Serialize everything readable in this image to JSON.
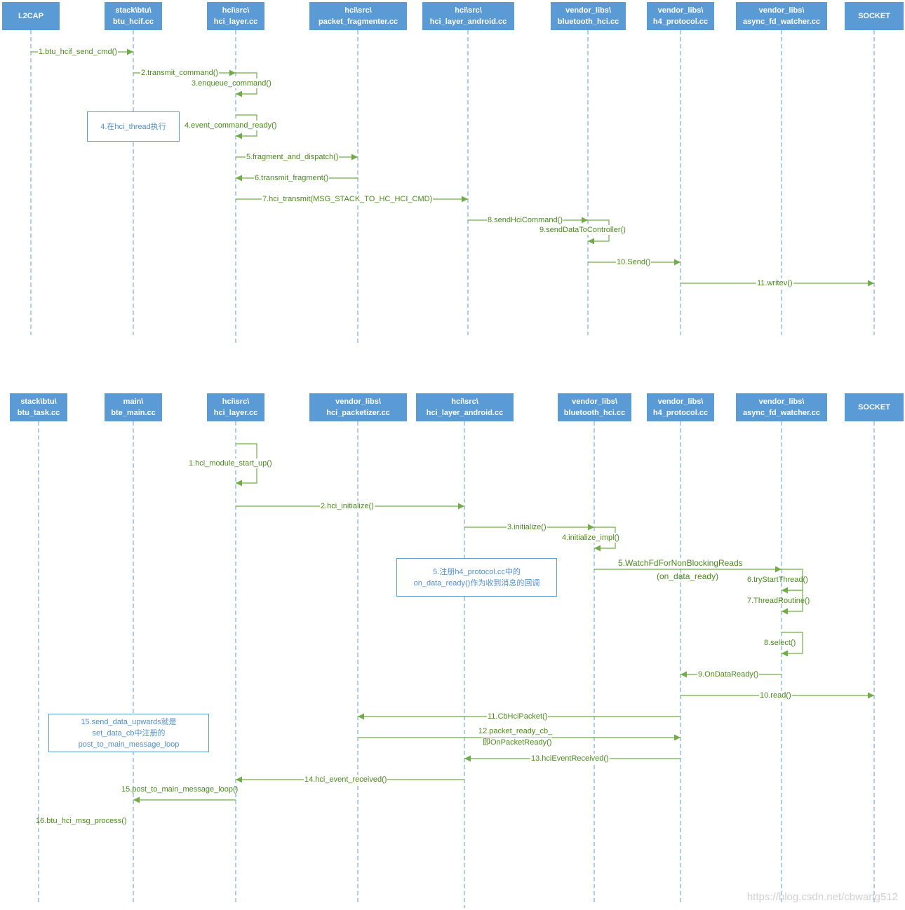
{
  "diagram1": {
    "participants": [
      {
        "line1": "L2CAP",
        "line2": ""
      },
      {
        "line1": "stack\\btu\\",
        "line2": "btu_hcif.cc"
      },
      {
        "line1": "hci\\src\\",
        "line2": "hci_layer.cc"
      },
      {
        "line1": "hci\\src\\",
        "line2": "packet_fragmenter.cc"
      },
      {
        "line1": "hci\\src\\",
        "line2": "hci_layer_android.cc"
      },
      {
        "line1": "vendor_libs\\",
        "line2": "bluetooth_hci.cc"
      },
      {
        "line1": "vendor_libs\\",
        "line2": "h4_protocol.cc"
      },
      {
        "line1": "vendor_libs\\",
        "line2": "async_fd_watcher.cc"
      },
      {
        "line1": "SOCKET",
        "line2": ""
      }
    ],
    "messages": [
      {
        "label": "1.btu_hcif_send_cmd()"
      },
      {
        "label": "2.transmit_command()"
      },
      {
        "label": "3.enqueue_command()"
      },
      {
        "label": "4.event_command_ready()"
      },
      {
        "label": "5.fragment_and_dispatch()"
      },
      {
        "label": "6.transmit_fragment()"
      },
      {
        "label": "7.hci_transmit(MSG_STACK_TO_HC_HCI_CMD)"
      },
      {
        "label": "8.sendHciCommand()"
      },
      {
        "label": "9.sendDataToController()"
      },
      {
        "label": "10.Send()"
      },
      {
        "label": "11.writev()"
      }
    ],
    "note": {
      "line1": "4.在hci_thread执行"
    }
  },
  "diagram2": {
    "participants": [
      {
        "line1": "stack\\btu\\",
        "line2": "btu_task.cc"
      },
      {
        "line1": "main\\",
        "line2": "bte_main.cc"
      },
      {
        "line1": "hci\\src\\",
        "line2": "hci_layer.cc"
      },
      {
        "line1": "vendor_libs\\",
        "line2": "hci_packetizer.cc"
      },
      {
        "line1": "hci\\src\\",
        "line2": "hci_layer_android.cc"
      },
      {
        "line1": "vendor_libs\\",
        "line2": "bluetooth_hci.cc"
      },
      {
        "line1": "vendor_libs\\",
        "line2": "h4_protocol.cc"
      },
      {
        "line1": "vendor_libs\\",
        "line2": "async_fd_watcher.cc"
      },
      {
        "line1": "SOCKET",
        "line2": ""
      }
    ],
    "messages": [
      {
        "label": "1.hci_module_start_up()"
      },
      {
        "label": "2.hci_initialize()"
      },
      {
        "label": "3.initialize()"
      },
      {
        "label": "4.initialize_impl()"
      },
      {
        "label": "5.WatchFdForNonBlockingReads"
      },
      {
        "label": "(on_data_ready)"
      },
      {
        "label": "6.tryStartThread()"
      },
      {
        "label": "7.ThreadRoutine()"
      },
      {
        "label": "8.select()"
      },
      {
        "label": "9.OnDataReady()"
      },
      {
        "label": "10.read()"
      },
      {
        "label": "11.CbHciPacket()"
      },
      {
        "label": "12.packet_ready_cb_"
      },
      {
        "label": "即OnPacketReady()"
      },
      {
        "label": "13.hciEventReceived()"
      },
      {
        "label": "14.hci_event_received()"
      },
      {
        "label": "15.post_to_main_message_loop()"
      },
      {
        "label": "16.btu_hci_msg_process()"
      }
    ],
    "note_register": {
      "line1": "5.注册h4_protocol.cc中的",
      "line2": "on_data_ready()作为收到消息的回调"
    },
    "note_upwards": {
      "line1": "15.send_data_upwards就是",
      "line2": "set_data_cb中注册的",
      "line3": "post_to_main_message_loop"
    }
  },
  "watermark": "https://blog.csdn.net/cbwang512",
  "colors": {
    "header": "#5b9bd5",
    "lifeline": "#5b9bd5",
    "arrow": "#70ad47",
    "label": "#4a8a1c",
    "note_border": "#5b9bd5"
  }
}
